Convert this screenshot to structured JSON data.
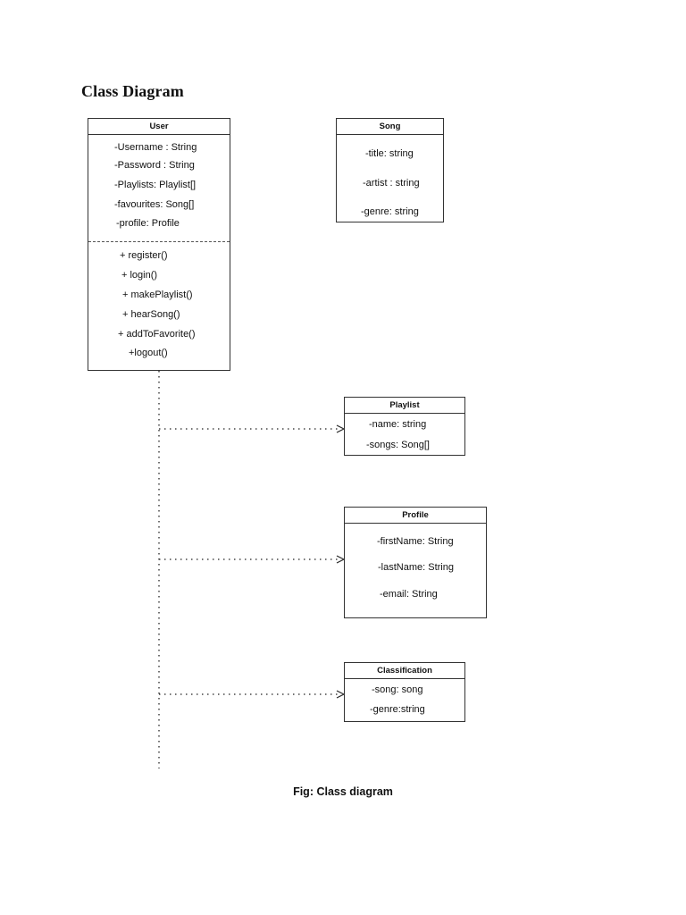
{
  "title": "Class Diagram",
  "caption": "Fig: Class diagram",
  "classes": {
    "user": {
      "name": "User",
      "attributes": [
        "-Username : String",
        "-Password : String",
        "-Playlists: Playlist[]",
        "-favourites: Song[]",
        "-profile: Profile"
      ],
      "methods": [
        "+ register()",
        "+ login()",
        "+ makePlaylist()",
        "+ hearSong()",
        "+ addToFavorite()",
        "+logout()"
      ]
    },
    "song": {
      "name": "Song",
      "attributes": [
        "-title: string",
        "-artist : string",
        "-genre: string"
      ]
    },
    "playlist": {
      "name": "Playlist",
      "attributes": [
        "-name: string",
        "-songs: Song[]"
      ]
    },
    "profile": {
      "name": "Profile",
      "attributes": [
        "-firstName: String",
        "-lastName: String",
        "-email: String"
      ]
    },
    "classification": {
      "name": "Classification",
      "attributes": [
        "-song: song",
        "-genre:string"
      ]
    }
  },
  "relations": [
    {
      "from": "User",
      "to": "Playlist",
      "style": "dotted-arrow"
    },
    {
      "from": "User",
      "to": "Profile",
      "style": "dotted-arrow"
    },
    {
      "from": "User",
      "to": "Classification",
      "style": "dotted-arrow"
    }
  ]
}
